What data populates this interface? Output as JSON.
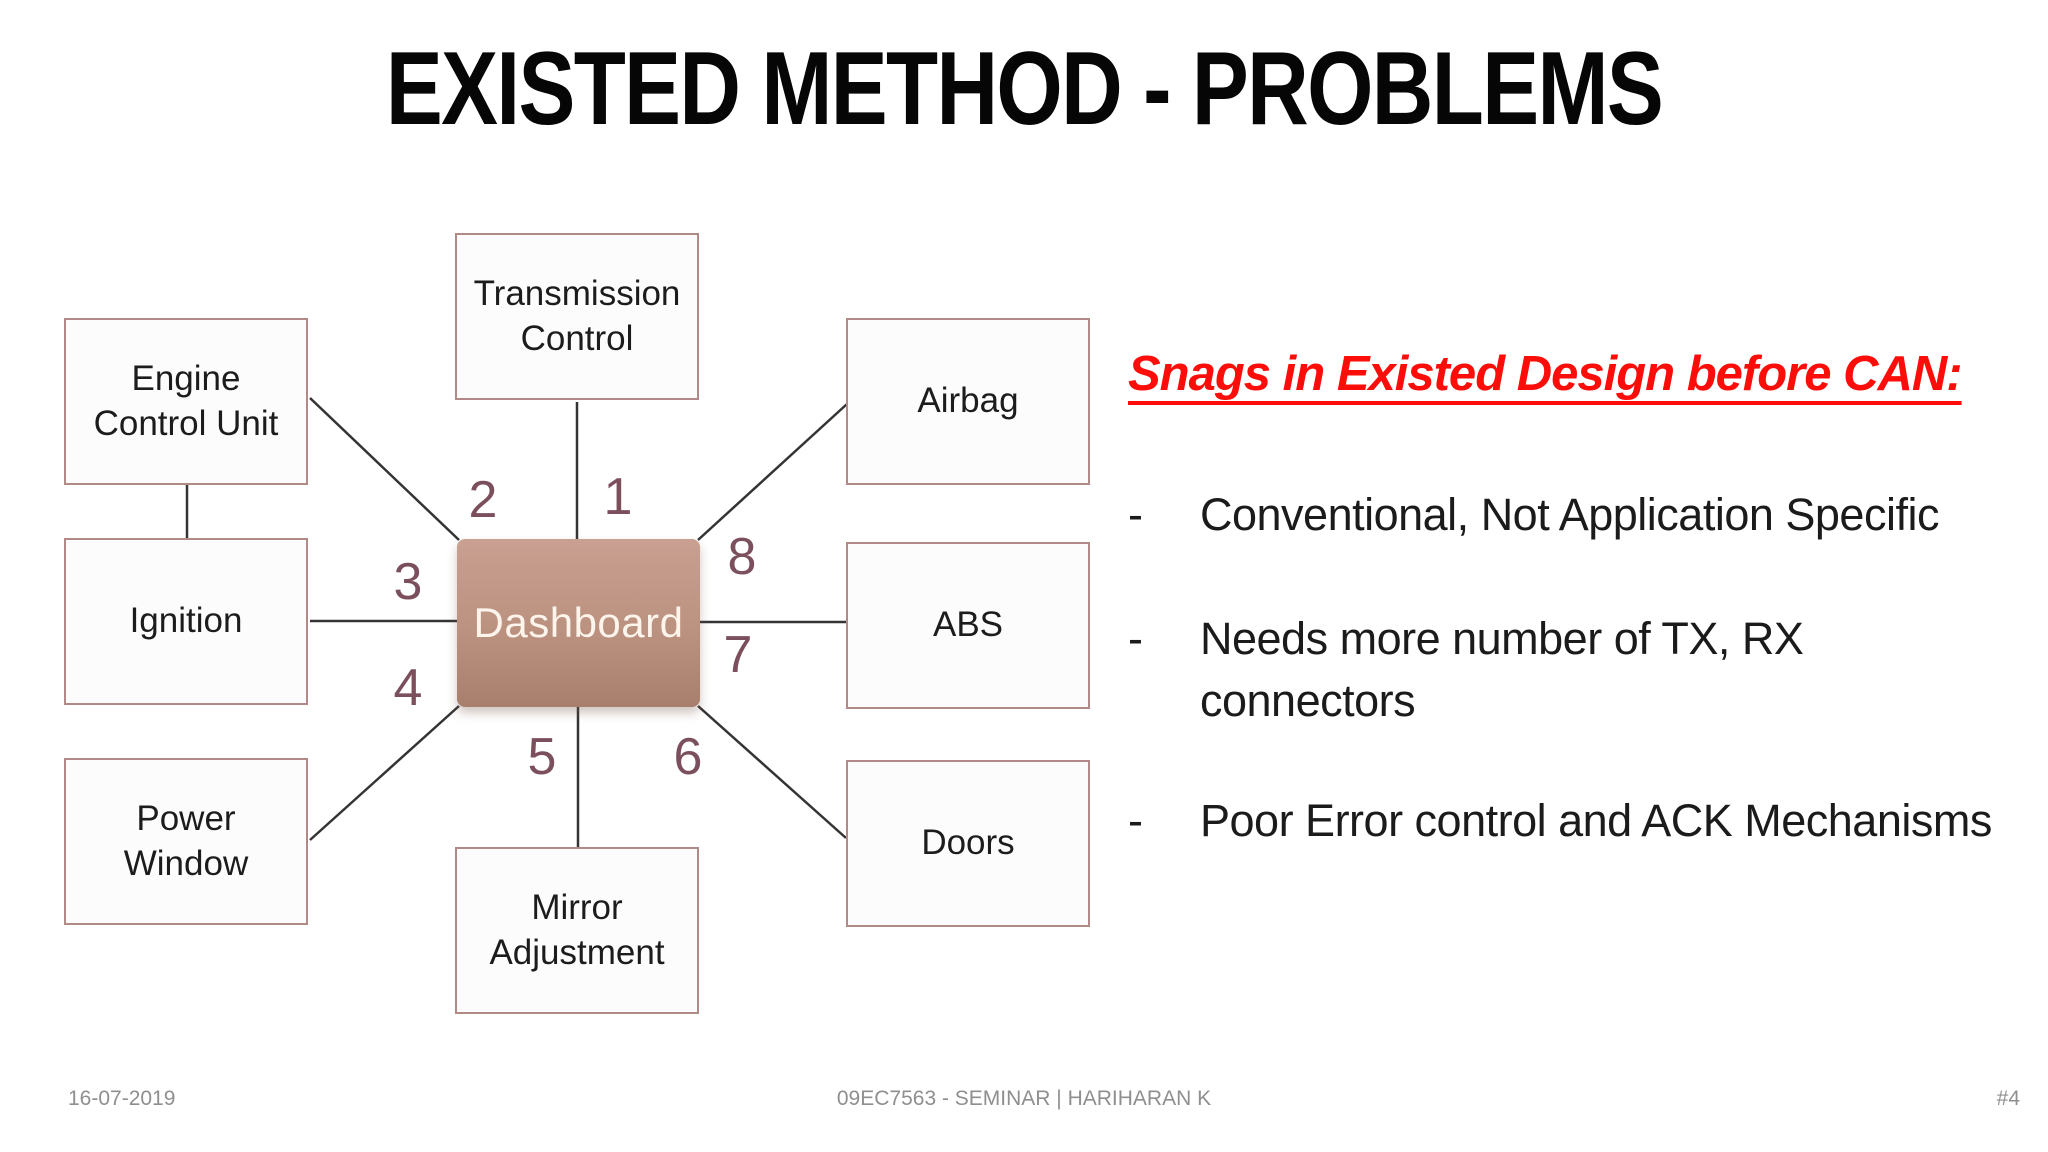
{
  "slide": {
    "title": "EXISTED METHOD - PROBLEMS",
    "background_color": "#ffffff",
    "title_color": "#060606"
  },
  "diagram": {
    "center": {
      "label": "Dashboard"
    },
    "nodes": [
      {
        "label": "Transmission\nControl"
      },
      {
        "label": "Engine\nControl Unit"
      },
      {
        "label": "Ignition"
      },
      {
        "label": "Power\nWindow"
      },
      {
        "label": "Mirror\nAdjustment"
      },
      {
        "label": "Doors"
      },
      {
        "label": "ABS"
      },
      {
        "label": "Airbag"
      }
    ],
    "connector_numbers": [
      "1",
      "2",
      "3",
      "4",
      "5",
      "6",
      "7",
      "8"
    ],
    "colors": {
      "box_border": "#b18a88",
      "box_fill": "#fdfcfc",
      "center_gradient_top": "#c9a091",
      "center_gradient_bottom": "#a87e6d",
      "center_text": "#fdf4ec",
      "number_text": "#7b4f5c",
      "line": "#343434"
    }
  },
  "panel": {
    "heading": "Snags in Existed Design before CAN:",
    "heading_color": "#fb0d09",
    "bullets": [
      {
        "marker": "-",
        "text": "Conventional, Not Application Specific"
      },
      {
        "marker": "-",
        "text": "Needs more number of TX, RX\nconnectors"
      },
      {
        "marker": "-",
        "text": "Poor Error control and ACK Mechanisms"
      }
    ]
  },
  "footer": {
    "date": "16-07-2019",
    "center": "09EC7563 - SEMINAR | HARIHARAN K",
    "page": "#4"
  }
}
